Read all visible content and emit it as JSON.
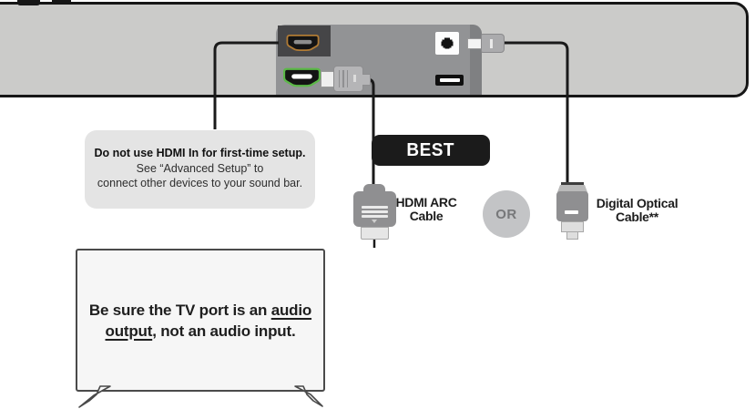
{
  "labels": {
    "best": "BEST",
    "or": "OR",
    "hdmi_arc_line1": "HDMI ARC",
    "hdmi_arc_line2": "Cable",
    "digital_optical_line1": "Digital Optical",
    "digital_optical_line2": "Cable**"
  },
  "note_box": {
    "line1": "Do not use HDMI In for first-time setup.",
    "line2": "See “Advanced Setup” to",
    "line3": "connect other devices to your sound bar."
  },
  "tv_note": {
    "line1_text": "Be sure the TV port is an ",
    "line1_underlined": "audio",
    "line2_underlined": "output",
    "line2_text": ", not an audio input."
  },
  "icons": {
    "hdmi_in_port": "hdmi-port-orange",
    "hdmi_arc_port": "hdmi-port-green",
    "optical_port": "toslink-port",
    "usb_port": "usb-port",
    "hdmi_plug": "hdmi-cable-connector",
    "optical_plug": "optical-cable-connector"
  },
  "colors": {
    "soundbar_fill": "#cbcbc9",
    "soundbar_border": "#161616",
    "panel_fill": "#929395",
    "hdmi_in_highlight": "#454547",
    "hdmi_in_outline": "#b07b35",
    "hdmi_arc_outline": "#5cb848",
    "best_bg": "#1b1b1b",
    "best_text": "#ffffff",
    "or_circle_bg": "#c3c4c6",
    "or_text": "#77787a",
    "note_box_bg": "#e4e4e4",
    "cable": "#1a1a1a",
    "connector_gray": "#8f8f91",
    "tv_fill": "#f6f6f6",
    "tv_border": "#4a4a4a"
  }
}
